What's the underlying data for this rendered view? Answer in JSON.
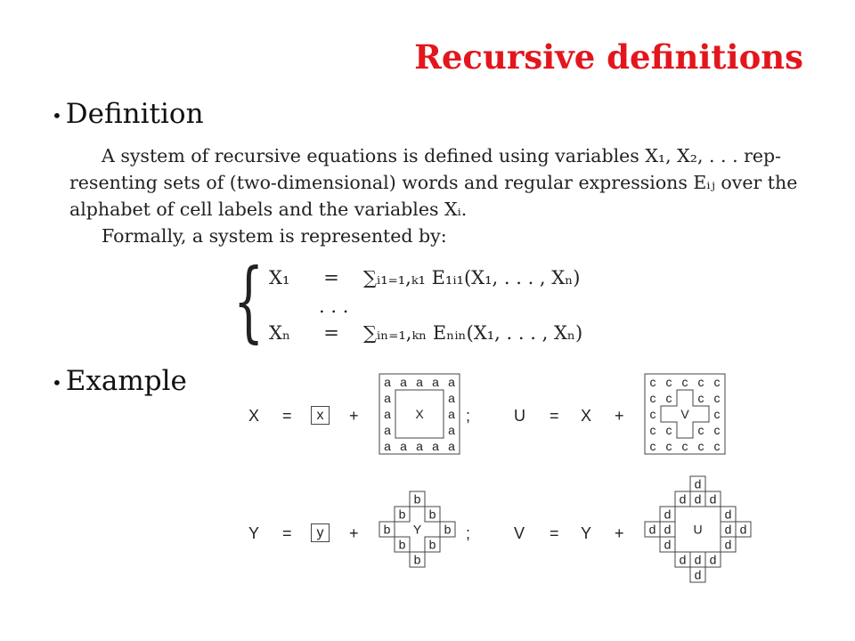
{
  "title": "Recursive definitions",
  "bullets": {
    "definition": "Definition",
    "example": "Example",
    "dot": "•"
  },
  "paragraph": {
    "line1": "A system of recursive equations is defined using variables X₁, X₂, . . .  rep-",
    "line2": "resenting sets of (two-dimensional) words and regular expressions Eᵢⱼ over the",
    "line3": "alphabet of cell labels and the variables Xᵢ.",
    "line4": "Formally, a system is represented by:"
  },
  "system": {
    "row1_lhs": "X₁",
    "row1_rhs": "∑ᵢ₁₌₁,ₖ₁ E₁ᵢ₁(X₁, . . . , Xₙ)",
    "dots": ". . .",
    "rown_lhs": "Xₙ",
    "rown_rhs": "∑ᵢₙ₌₁,ₖₙ Eₙᵢₙ(X₁, . . . , Xₙ)",
    "eq": "="
  },
  "examples": {
    "eq1": {
      "lhs": "X",
      "eq": "=",
      "cell": "x",
      "plus": "+",
      "center": "X",
      "border": "a",
      "sep": ";"
    },
    "eq2": {
      "lhs": "U",
      "eq": "=",
      "ref": "X",
      "plus": "+",
      "center": "V",
      "border": "c"
    },
    "eq3": {
      "lhs": "Y",
      "eq": "=",
      "cell": "y",
      "plus": "+",
      "center": "Y",
      "border": "b",
      "sep": ";"
    },
    "eq4": {
      "lhs": "V",
      "eq": "=",
      "ref": "Y",
      "plus": "+",
      "center": "U",
      "border": "d"
    }
  }
}
